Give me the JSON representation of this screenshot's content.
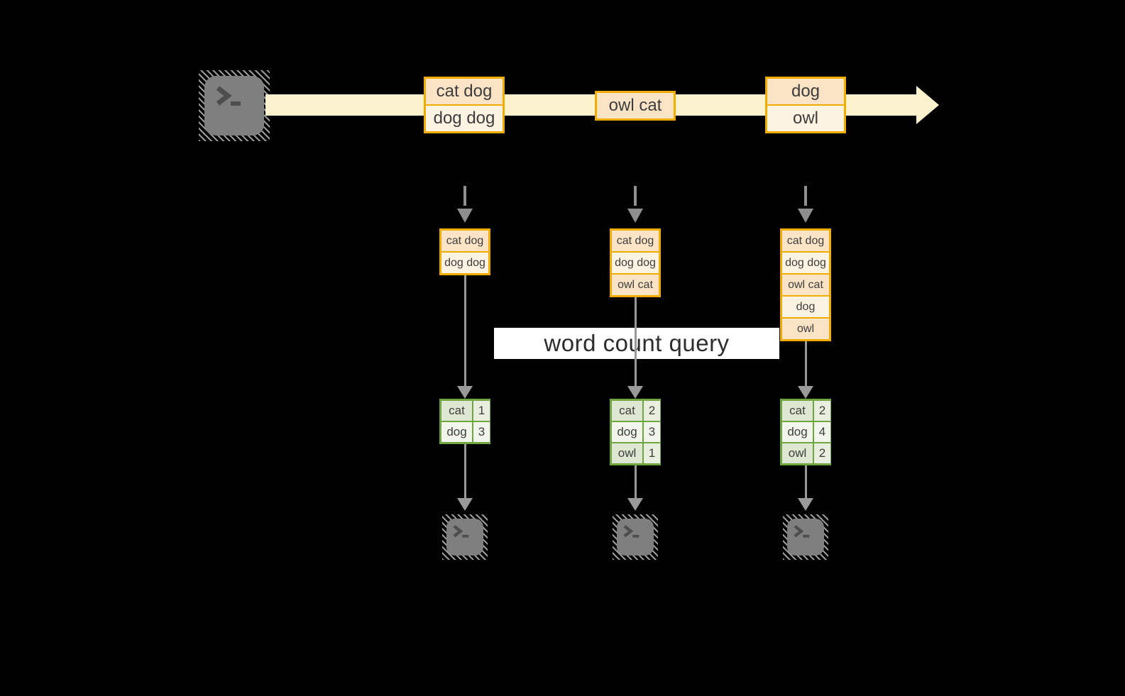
{
  "query": {
    "label": "word count query"
  },
  "stream": {
    "event_groups": [
      {
        "items": [
          "cat dog",
          "dog dog"
        ]
      },
      {
        "items": [
          "owl cat"
        ]
      },
      {
        "items": [
          "dog",
          "owl"
        ]
      }
    ]
  },
  "columns": [
    {
      "state_buffer": {
        "items": [
          "cat dog",
          "dog dog"
        ]
      },
      "counts": {
        "rows": [
          {
            "word": "cat",
            "count": "1"
          },
          {
            "word": "dog",
            "count": "3"
          }
        ]
      }
    },
    {
      "state_buffer": {
        "items": [
          "cat dog",
          "dog dog",
          "owl cat"
        ]
      },
      "counts": {
        "rows": [
          {
            "word": "cat",
            "count": "2"
          },
          {
            "word": "dog",
            "count": "3"
          },
          {
            "word": "owl",
            "count": "1"
          }
        ]
      }
    },
    {
      "state_buffer": {
        "items": [
          "cat dog",
          "dog dog",
          "owl cat",
          "dog",
          "owl"
        ]
      },
      "counts": {
        "rows": [
          {
            "word": "cat",
            "count": "2"
          },
          {
            "word": "dog",
            "count": "4"
          },
          {
            "word": "owl",
            "count": "2"
          }
        ]
      }
    }
  ],
  "icons": {
    "source": "terminal-icon",
    "outputs": [
      "terminal-icon",
      "terminal-icon",
      "terminal-icon"
    ]
  },
  "colors": {
    "background": "#000000",
    "amber_border": "#f0ad00",
    "peach_fill": "#fbe4c6",
    "cream_fill": "#fdf3e3",
    "stream_band": "#fcf2ce",
    "green_border": "#6fa640",
    "sage_fill": "#dee7d2",
    "light_green_fill": "#f1f5ec",
    "arrow_gray": "#999999",
    "terminal_gray": "#7f7f7f"
  }
}
